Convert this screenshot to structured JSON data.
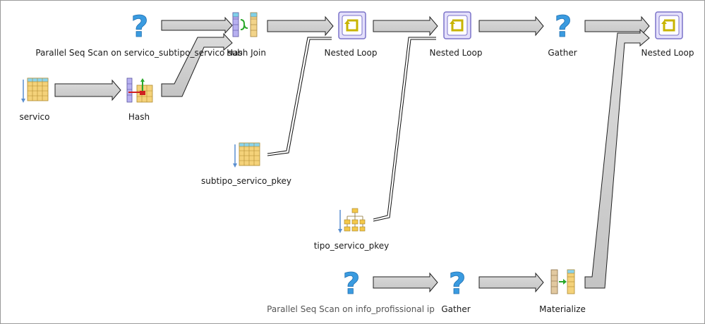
{
  "nodes": {
    "seq_scan_subtipo": {
      "label": "Parallel Seq Scan on servico_subtipo_servico sub",
      "icon": "question-icon"
    },
    "hash_join": {
      "label": "Hash Join",
      "icon": "hash-join-icon"
    },
    "nested_loop_1": {
      "label": "Nested Loop",
      "icon": "nested-loop-icon"
    },
    "nested_loop_2": {
      "label": "Nested Loop",
      "icon": "nested-loop-icon"
    },
    "gather_1": {
      "label": "Gather",
      "icon": "question-icon"
    },
    "nested_loop_3": {
      "label": "Nested Loop",
      "icon": "nested-loop-icon"
    },
    "servico": {
      "label": "servico",
      "icon": "seq-scan-table-icon"
    },
    "hash": {
      "label": "Hash",
      "icon": "hash-icon"
    },
    "subtipo_servico_pkey": {
      "label": "subtipo_servico_pkey",
      "icon": "index-scan-icon"
    },
    "tipo_servico_pkey": {
      "label": "tipo_servico_pkey",
      "icon": "index-tree-icon"
    },
    "seq_scan_info": {
      "label": "Parallel Seq Scan on info_profissional ip",
      "icon": "question-icon"
    },
    "gather_2": {
      "label": "Gather",
      "icon": "question-icon"
    },
    "materialize": {
      "label": "Materialize",
      "icon": "materialize-icon"
    }
  }
}
